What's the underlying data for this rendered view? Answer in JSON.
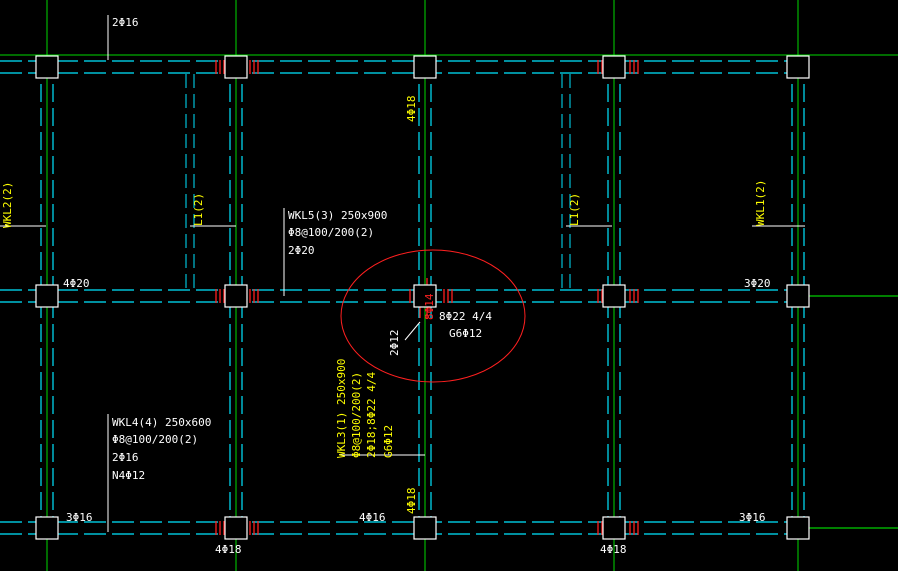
{
  "colors": {
    "background": "#000000",
    "beam_line": "#00e5ff",
    "axis_line": "#00ff00",
    "column": "#ffffff",
    "text_main": "#ffffff",
    "text_yellow": "#ffff00",
    "highlight": "#ff2020"
  },
  "annotations": {
    "wkl4_top": "2Φ16",
    "wkl2": "WKL2(2)",
    "l1_left": "L1(2)",
    "wkl5_name": "WKL5(3) 250x900",
    "wkl5_stirrup": "Φ8@100/200(2)",
    "wkl5_top": "2Φ20",
    "l1_right": "L1(2)",
    "wkl1": "WKL1(2)",
    "left_4phi20": "4Φ20",
    "right_3phi20": "3Φ20",
    "top_4phi18": "4Φ18",
    "center_2phi12": "2Φ12",
    "center_red": "8Φ14",
    "center_8phi22": "8Φ22 4/4",
    "center_g6phi12": "G6Φ12",
    "wkl3_name": "WKL3(1) 250x900",
    "wkl3_stirrup": "Φ8@100/200(2)",
    "wkl3_bars": "2Φ18;8Φ22 4/4",
    "wkl3_g": "G6Φ12",
    "wkl4_name": "WKL4(4) 250x600",
    "wkl4_stirrup": "Φ8@100/200(2)",
    "wkl4_n": "N4Φ12",
    "bottom_left_3phi16": "3Φ16",
    "bottom_mid_4phi16": "4Φ16",
    "bottom_mid_4phi18": "4Φ18",
    "bottom_right_3phi16": "3Φ16",
    "below_4phi18_left": "4Φ18",
    "below_4phi18_right": "4Φ18"
  }
}
